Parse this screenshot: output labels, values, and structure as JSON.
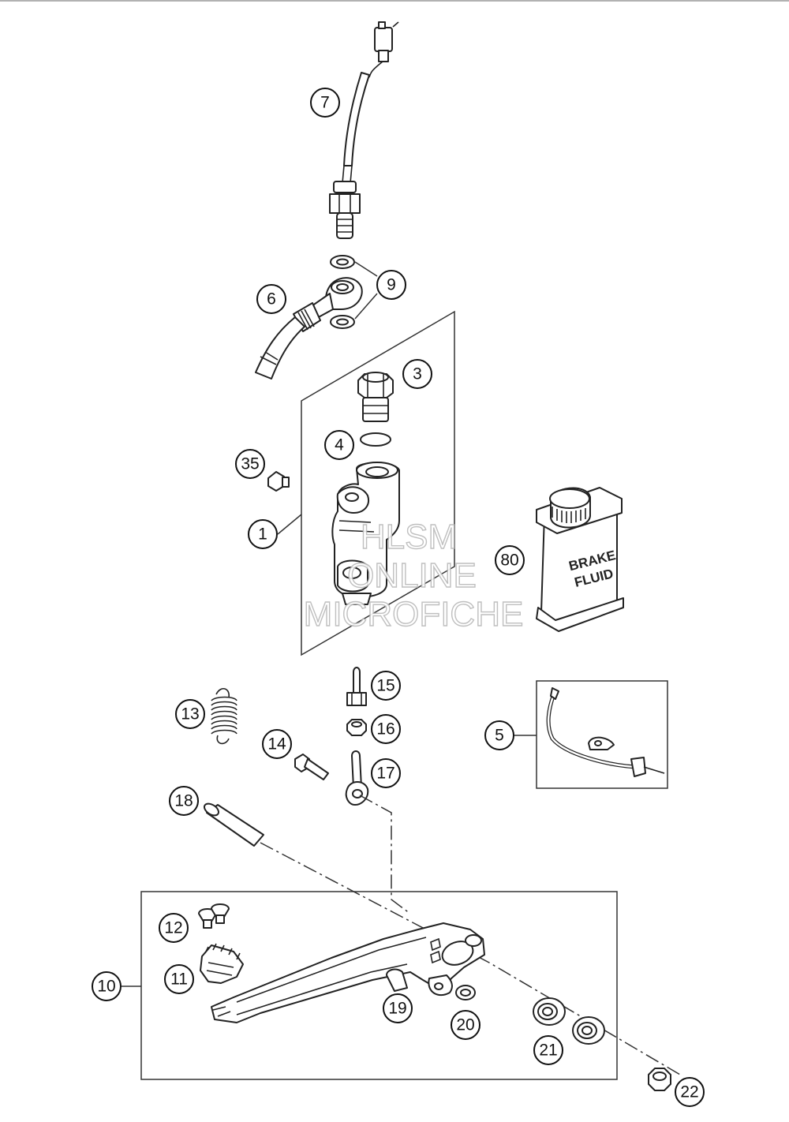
{
  "watermark": {
    "line1": "HLSM",
    "line2": "ONLINE",
    "line3": "MICROFICHE"
  },
  "bottle_label": {
    "line1": "BRAKE",
    "line2": "FLUID"
  },
  "callouts": [
    "1",
    "3",
    "4",
    "5",
    "6",
    "7",
    "9",
    "10",
    "11",
    "12",
    "13",
    "14",
    "15",
    "16",
    "17",
    "18",
    "19",
    "20",
    "21",
    "22",
    "35",
    "80"
  ]
}
